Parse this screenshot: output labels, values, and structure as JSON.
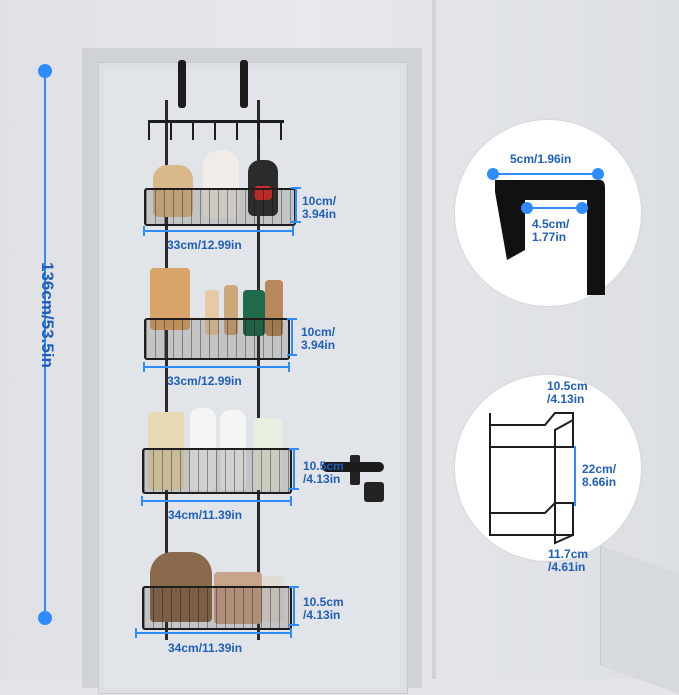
{
  "main": {
    "height_label": "136cm/53.5in",
    "baskets": [
      {
        "width_label": "33cm/12.99in",
        "height_label": "10cm/\n3.94in"
      },
      {
        "width_label": "33cm/12.99in",
        "height_label": "10cm/\n3.94in"
      },
      {
        "width_label": "34cm/11.39in",
        "height_label": "10.5cm\n/4.13in"
      },
      {
        "width_label": "34cm/11.39in",
        "height_label": "10.5cm\n/4.13in"
      }
    ]
  },
  "hook_detail": {
    "width_label": "5cm/1.96in",
    "gap_label": "4.5cm/\n1.77in"
  },
  "rack_detail": {
    "top_label": "10.5cm\n/4.13in",
    "spacing_label": "22cm/\n8.66in",
    "bottom_label": "11.7cm\n/4.61in"
  },
  "colors": {
    "accent": "#2f8cff",
    "label_text": "#1f5fb8",
    "metal": "#1e1e1e"
  }
}
